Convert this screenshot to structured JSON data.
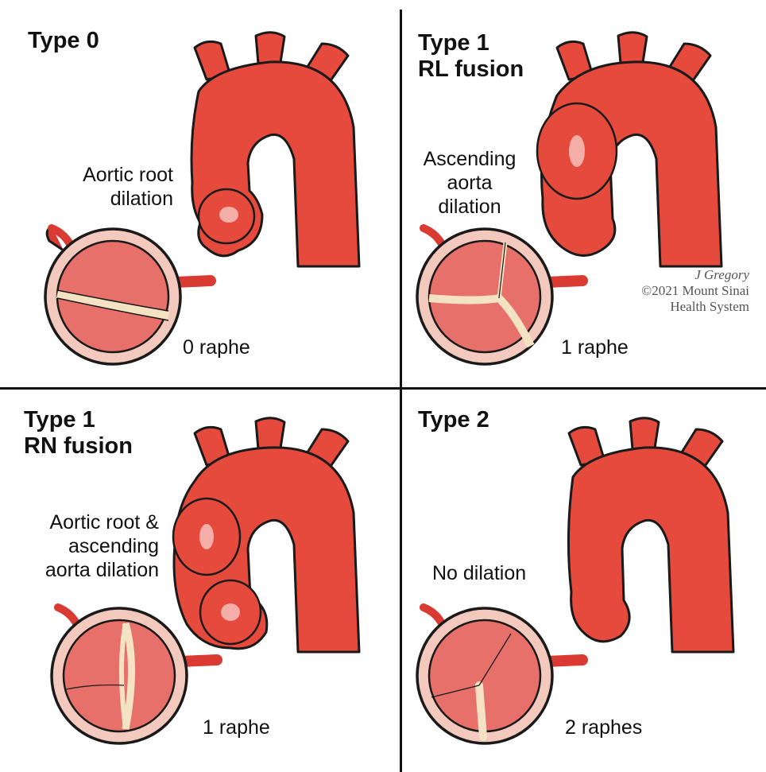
{
  "panels": [
    {
      "title_lines": [
        "Type 0"
      ],
      "dilation_lines": [
        "Aortic root",
        "dilation"
      ],
      "raphe_label": "0 raphe"
    },
    {
      "title_lines": [
        "Type 1",
        "RL fusion"
      ],
      "dilation_lines": [
        "Ascending",
        "aorta",
        "dilation"
      ],
      "raphe_label": "1 raphe"
    },
    {
      "title_lines": [
        "Type 1",
        "RN fusion"
      ],
      "dilation_lines": [
        "Aortic root &",
        "ascending",
        "aorta dilation"
      ],
      "raphe_label": "1 raphe"
    },
    {
      "title_lines": [
        "Type 2"
      ],
      "dilation_lines": [
        "No dilation"
      ],
      "raphe_label": "2 raphes"
    }
  ],
  "credit": {
    "artist": "J Gregory",
    "copyright": "©2021 Mount Sinai",
    "org": "Health System"
  },
  "colors": {
    "aorta": "#e64a3c",
    "aorta_outline": "#1a1a1a",
    "valve_ring": "#f4c9bd",
    "valve_leaflet": "#e8706a",
    "raphe": "#f3e3c3",
    "vessel": "#d93a31"
  },
  "icons": {
    "aorta": "aorta-illustration-icon",
    "valve": "aortic-valve-icon",
    "coronary": "coronary-artery-icon"
  }
}
